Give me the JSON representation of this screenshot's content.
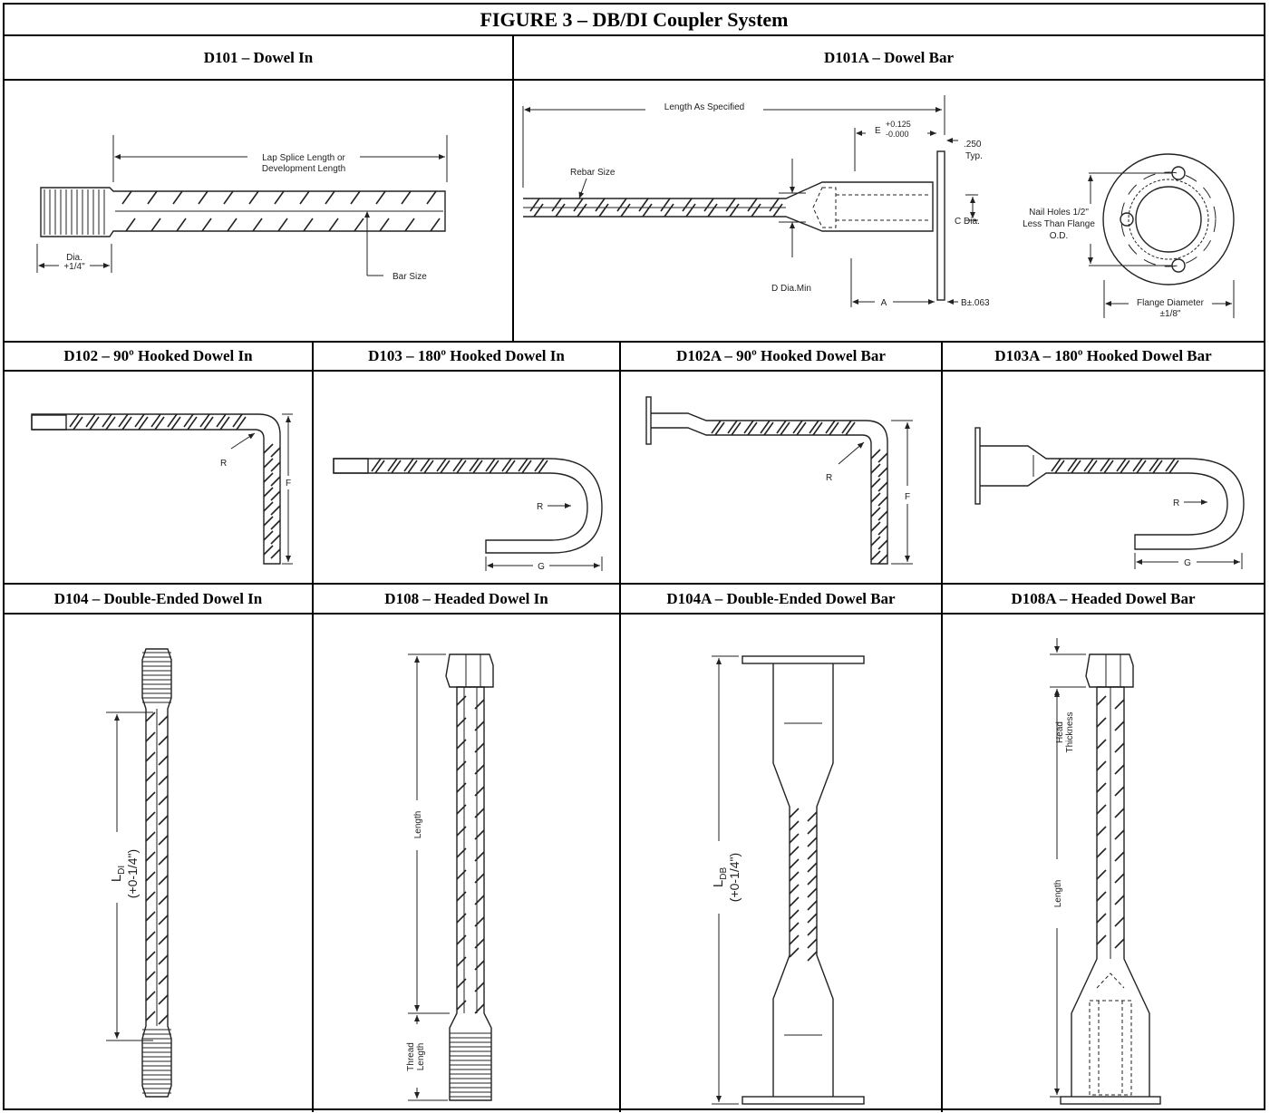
{
  "figure_title": "FIGURE 3 – DB/DI Coupler System",
  "panels": {
    "d101": {
      "title": "D101 – Dowel In",
      "labels": {
        "lap": "Lap Splice Length or",
        "dev": "Development Length",
        "dia": "Dia.",
        "dia_tol": "+1/4\"",
        "bar": "Bar Size"
      }
    },
    "d101a": {
      "title": "D101A – Dowel Bar",
      "labels": {
        "length": "Length As Specified",
        "e": "E",
        "e_plus": "+0.125",
        "e_minus": "-0.000",
        "t250": ".250",
        "typ": "Typ.",
        "rebar": "Rebar Size",
        "c": "C Dia.",
        "d": "D Dia.Min",
        "a": "A",
        "b": "B±.063",
        "nail1": "Nail Holes 1/2\"",
        "nail2": "Less Than Flange",
        "nail3": "O.D.",
        "flange": "Flange Diameter",
        "flange_tol": "±1/8\""
      }
    },
    "d102": {
      "title": "D102 – 90º Hooked Dowel In",
      "labels": {
        "r": "R",
        "f": "F"
      }
    },
    "d103": {
      "title": "D103 – 180º Hooked Dowel In",
      "labels": {
        "r": "R",
        "g": "G"
      }
    },
    "d102a": {
      "title": "D102A – 90º Hooked Dowel Bar",
      "labels": {
        "r": "R",
        "f": "F"
      }
    },
    "d103a": {
      "title": "D103A – 180º Hooked Dowel Bar",
      "labels": {
        "r": "R",
        "g": "G"
      }
    },
    "d104": {
      "title": "D104 – Double-Ended Dowel In",
      "labels": {
        "l": "L",
        "sub": "DI",
        "tol": "(+0-1/4\")"
      }
    },
    "d108": {
      "title": "D108 – Headed Dowel In",
      "labels": {
        "length": "Length",
        "thread1": "Thread",
        "thread2": "Length"
      }
    },
    "d104a": {
      "title": "D104A – Double-Ended Dowel Bar",
      "labels": {
        "l": "L",
        "sub": "DB",
        "tol": "(+0-1/4\")"
      }
    },
    "d108a": {
      "title": "D108A – Headed Dowel Bar",
      "labels": {
        "head1": "Head",
        "head2": "Thickness",
        "length": "Length"
      }
    }
  }
}
